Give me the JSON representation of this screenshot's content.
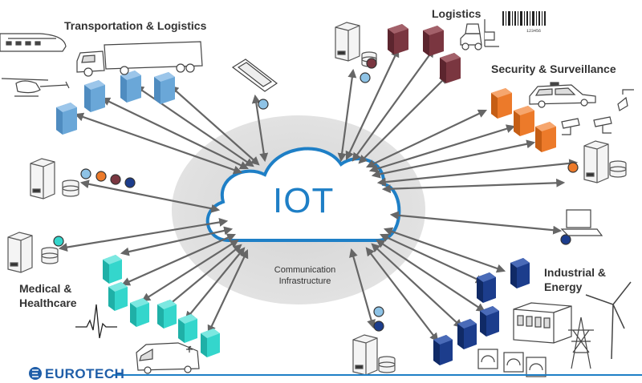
{
  "center": {
    "title": "IOT",
    "subtitle_line1": "Communication",
    "subtitle_line2": "Infrastructure"
  },
  "sectors": {
    "transportation": "Transportation & Logistics",
    "logistics": "Logistics",
    "security": "Security & Surveillance",
    "industrial_line1": "Industrial &",
    "industrial_line2": "Energy",
    "medical_line1": "Medical &",
    "medical_line2": "Healthcare"
  },
  "barcode_number": "123456",
  "brand": "EUROTECH",
  "colors": {
    "transportation": "#6aa7d8",
    "logistics": "#7a3640",
    "security": "#ec7a2a",
    "industrial": "#1c3d8c",
    "medical": "#34d6cc",
    "cloud": "#1e7fc6",
    "halo": "#dcdcdc",
    "arrow": "#666666"
  }
}
